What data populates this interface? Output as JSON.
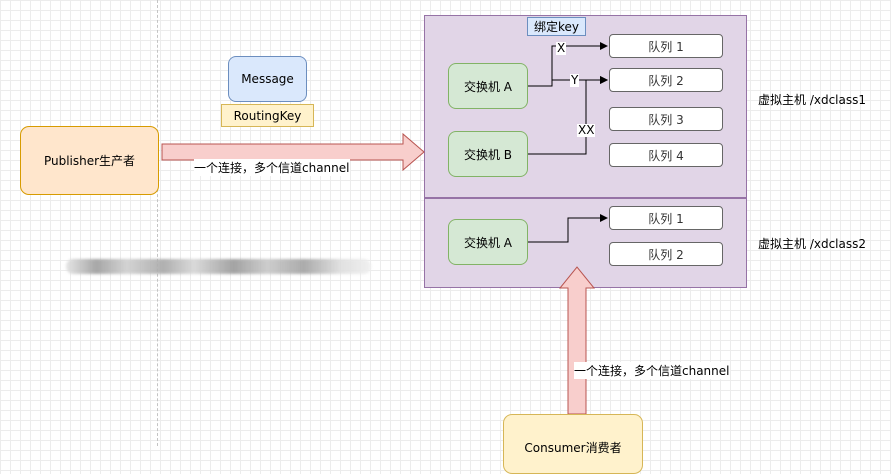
{
  "publisher": {
    "label": "Publisher生产者"
  },
  "consumer": {
    "label": "Consumer消费者"
  },
  "message": {
    "label": "Message",
    "routing_key": "RoutingKey"
  },
  "connection_label_top": "一个连接，多个信道channel",
  "connection_label_bottom": "一个连接，多个信道channel",
  "bind_key_label": "绑定key",
  "vhosts": [
    {
      "label": "虚拟主机 /xdclass1",
      "exchanges": [
        "交换机 A",
        "交换机 B"
      ],
      "queues": [
        "队列 1",
        "队列 2",
        "队列 3",
        "队列 4"
      ],
      "edge_labels": [
        "X",
        "Y",
        "XX"
      ]
    },
    {
      "label": "虚拟主机 /xdclass2",
      "exchanges": [
        "交换机 A"
      ],
      "queues": [
        "队列 1",
        "队列 2"
      ]
    }
  ],
  "colors": {
    "vhost_fill": "#e1d5e7",
    "vhost_border": "#9673a6",
    "exchange_fill": "#d5e8d4",
    "exchange_border": "#82b366",
    "message_fill": "#dae8fc",
    "routing_fill": "#fff2cc",
    "publisher_fill": "#ffe6cc",
    "consumer_fill": "#fff2cc",
    "arrow_fill": "#f8cecc",
    "arrow_border": "#b85450"
  }
}
